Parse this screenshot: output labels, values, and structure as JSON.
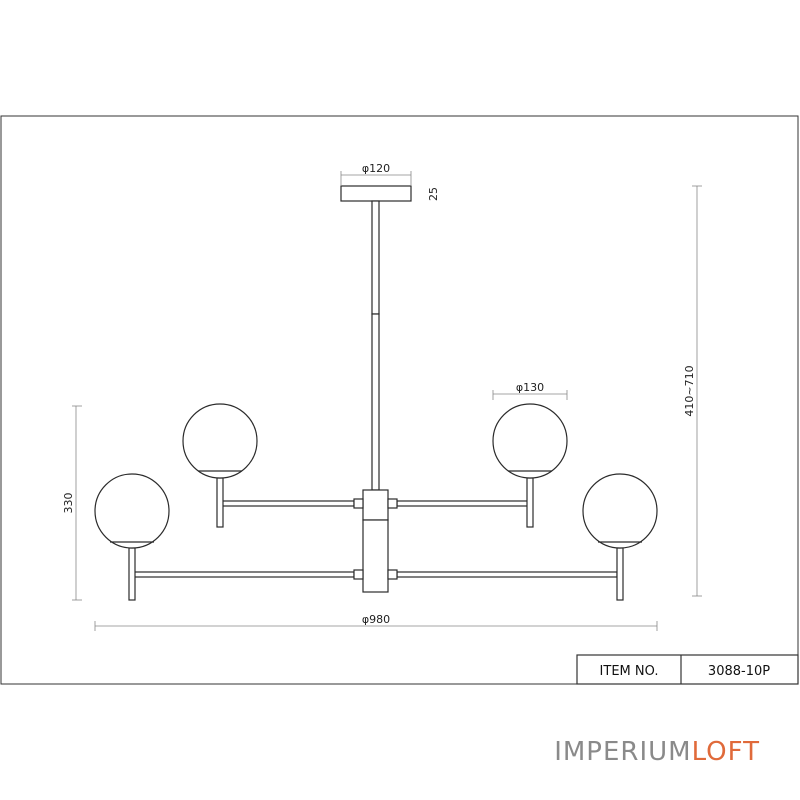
{
  "dimensions": {
    "canopy_diameter": "φ120",
    "canopy_height": "25",
    "overall_height": "410~710",
    "globe_diameter": "φ130",
    "globe_height": "330",
    "overall_diameter": "φ980"
  },
  "title_block": {
    "item_label": "ITEM NO.",
    "item_value": "3088-10P"
  },
  "brand": {
    "part1": "IMPERIUM",
    "part2": "LOFT",
    "color1": "#8a8a8a",
    "color2": "#e06a3a"
  }
}
